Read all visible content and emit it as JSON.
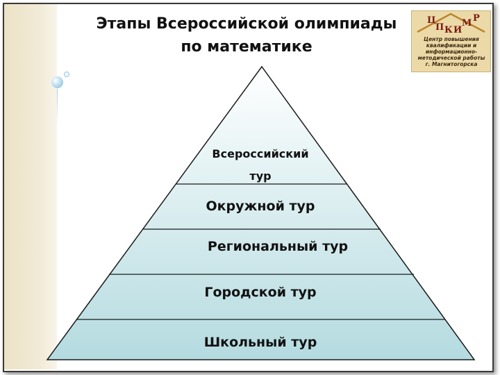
{
  "title_line1": "Этапы Всероссийской олимпиады",
  "title_line2": "по математике",
  "logo": {
    "letters": [
      "Ц",
      "П",
      "К",
      "И",
      "М",
      "Р"
    ],
    "text_lines": [
      "Центр повышения",
      "квалификации и",
      "информационно-",
      "методической работы",
      "г. Магнитогорска"
    ]
  },
  "pyramid": {
    "tiers": [
      {
        "line1": "Всероссийский",
        "line2": "тур"
      },
      {
        "line1": "Окружной тур"
      },
      {
        "line1": "Региональный тур"
      },
      {
        "line1": "Городской тур"
      },
      {
        "line1": "Школьный тур"
      }
    ],
    "colors": {
      "top": "#ffffff",
      "bottom": "#b4dbe0",
      "outline": "#1a1a1a"
    }
  }
}
